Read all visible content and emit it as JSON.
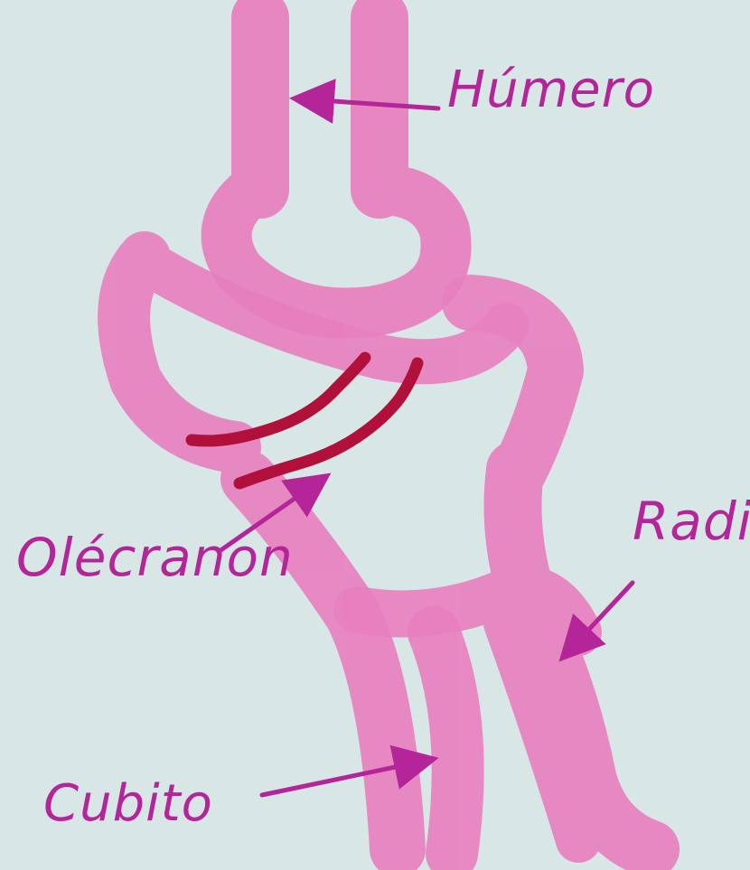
{
  "labels": {
    "humero": "Húmero",
    "olecranon": "Olécranon",
    "radio": "Radio",
    "cubito": "Cubito"
  },
  "colors": {
    "paper": "#d9e6e6",
    "bone": "#e87fbf",
    "bone_dark": "#d866ad",
    "label_ink": "#b5259a",
    "olecranon_mark": "#b0103a"
  }
}
